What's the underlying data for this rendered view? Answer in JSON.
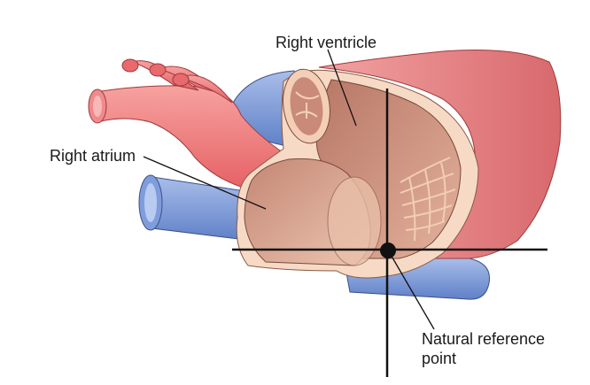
{
  "labels": {
    "right_ventricle": "Right ventricle",
    "right_atrium": "Right atrium",
    "natural_reference_point": "Natural reference\npoint"
  },
  "colors": {
    "ventricle_outer": "#e58a8c",
    "ventricle_outer_dark": "#d87476",
    "myocardium": "#f6d8c2",
    "chamber_interior": "#c98a7a",
    "aorta_red": "#ee7476",
    "aorta_light": "#f59c9a",
    "vein_blue": "#6f8fd4",
    "vein_blue_light": "#9db4e6",
    "crosshair": "#111111"
  }
}
